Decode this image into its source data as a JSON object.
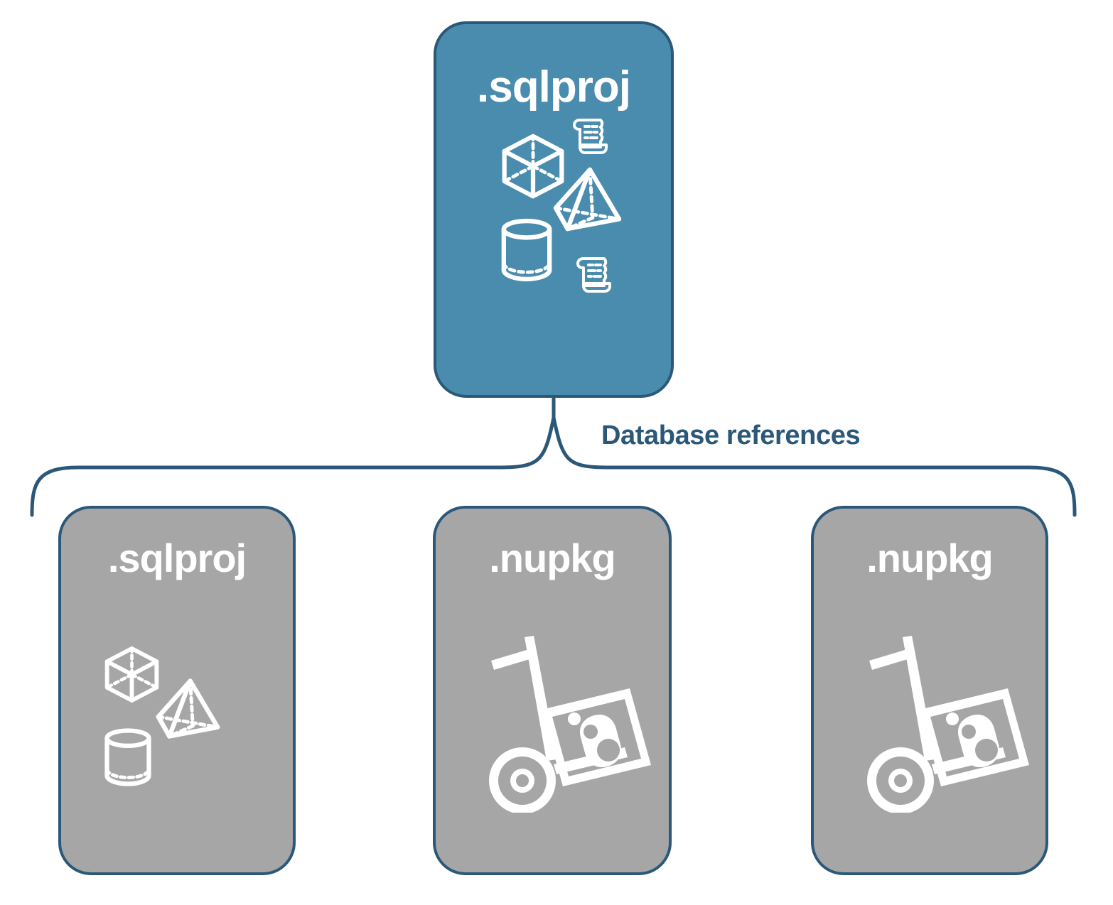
{
  "diagram": {
    "title_text": "Database references",
    "colors": {
      "primary_fill": "#4A8CAE",
      "secondary_fill": "#A6A6A6",
      "stroke": "#2B5878",
      "glyph": "#FFFFFF",
      "background": "#FFFFFF"
    },
    "root": {
      "label": ".sqlproj",
      "icons": [
        "cube-icon",
        "scroll-icon",
        "pyramid-icon",
        "cylinder-icon",
        "scroll-icon"
      ]
    },
    "connector": {
      "label": "Database references",
      "shape": "curly-brace",
      "branch_count": 3
    },
    "references": [
      {
        "label": ".sqlproj",
        "icons": [
          "cube-icon",
          "pyramid-icon",
          "cylinder-icon"
        ]
      },
      {
        "label": ".nupkg",
        "icons": [
          "hand-truck-package-icon"
        ]
      },
      {
        "label": ".nupkg",
        "icons": [
          "hand-truck-package-icon"
        ]
      }
    ]
  }
}
